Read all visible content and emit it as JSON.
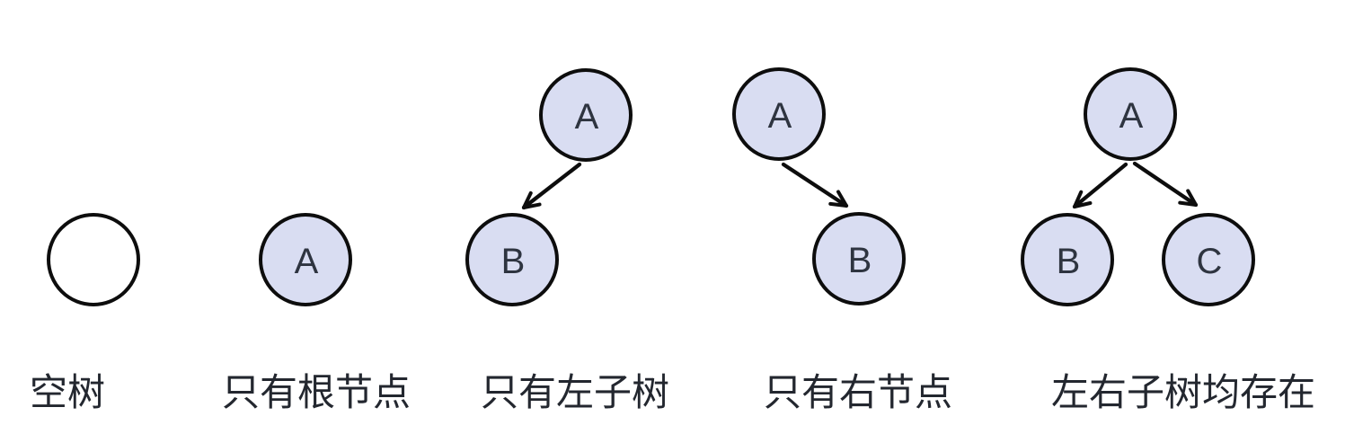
{
  "diagram": {
    "colors": {
      "node_fill": "#d9ddf2",
      "empty_node_fill": "#ffffff",
      "node_border": "#0d0d0d",
      "node_text": "#2e3440",
      "caption_text": "#23272f",
      "arrow": "#0d0d0d",
      "background": "#ffffff"
    },
    "groups": [
      {
        "label": "空树",
        "nodes": []
      },
      {
        "label": "只有根节点",
        "nodes": [
          {
            "text": "A"
          }
        ]
      },
      {
        "label": "只有左子树",
        "nodes": [
          {
            "text": "A"
          },
          {
            "text": "B"
          }
        ],
        "edges": [
          {
            "from": "A",
            "to": "B",
            "direction": "left"
          }
        ]
      },
      {
        "label": "只有右节点",
        "nodes": [
          {
            "text": "A"
          },
          {
            "text": "B"
          }
        ],
        "edges": [
          {
            "from": "A",
            "to": "B",
            "direction": "right"
          }
        ]
      },
      {
        "label": "左右子树均存在",
        "nodes": [
          {
            "text": "A"
          },
          {
            "text": "B"
          },
          {
            "text": "C"
          }
        ],
        "edges": [
          {
            "from": "A",
            "to": "B",
            "direction": "left"
          },
          {
            "from": "A",
            "to": "C",
            "direction": "right"
          }
        ]
      }
    ]
  }
}
